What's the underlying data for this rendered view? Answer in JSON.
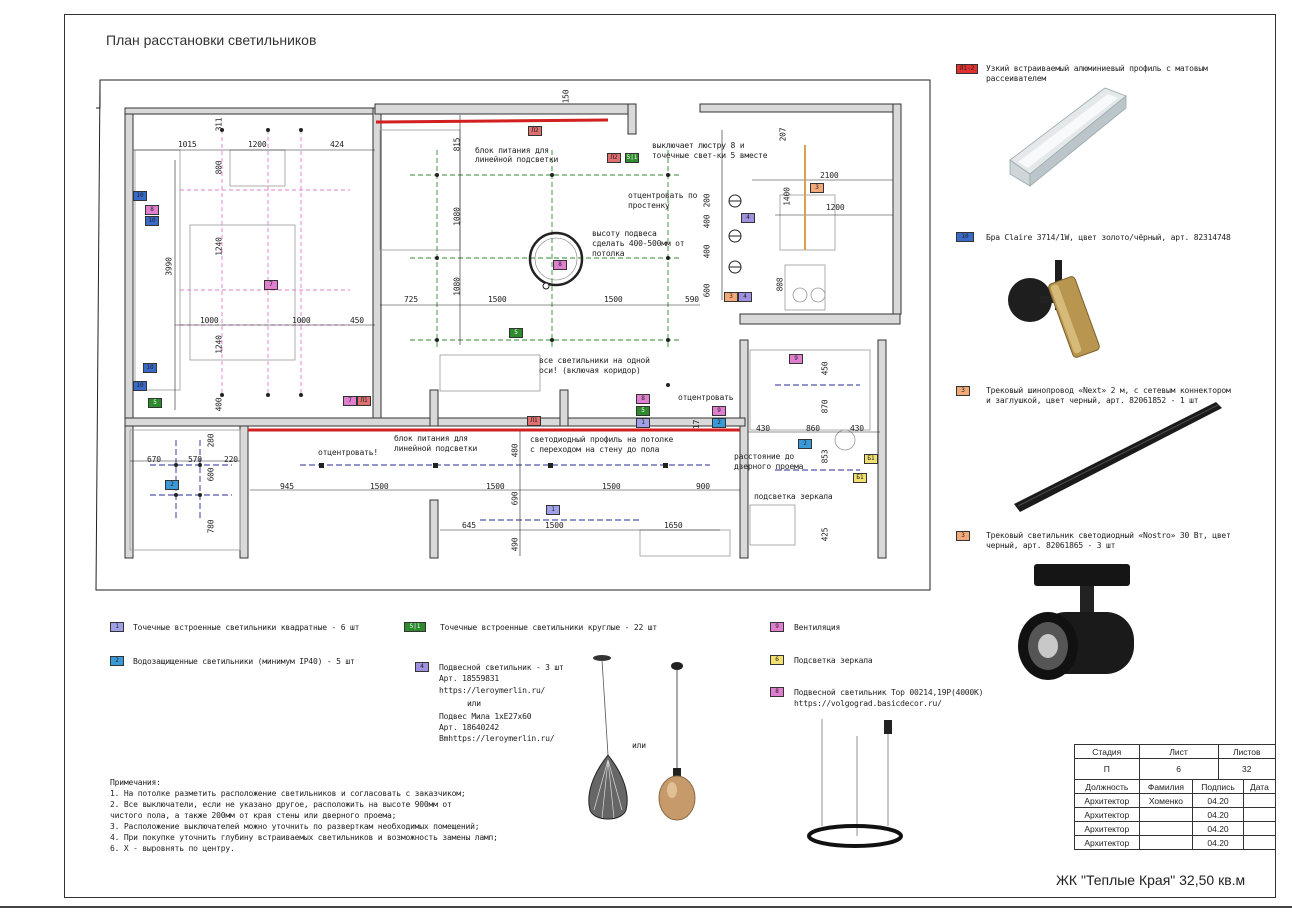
{
  "title": "План расстановки светильников",
  "project": "ЖК \"Теплые Края\" 32,50 кв.м",
  "colors": {
    "profile_red": "#d21f1f",
    "dash_green": "#2d8a2d",
    "dash_pink": "#e07fd0",
    "dash_blue": "#2a2a9a"
  },
  "plan_labels": {
    "power_top": "блок питания для линейной подсветки",
    "switch_note": "выключает люстру 8 и точечные свет-ки 5 вместе",
    "center_wall": "отцентровать по простенку",
    "hang_height": "высоту подвеса сделать 400-500мм от потолка",
    "one_axis": "все светильники на одной оси! (включая коридор)",
    "center1": "отцентровать",
    "center2": "отцентровать!",
    "power_bottom": "блок питания для линейной подсветки",
    "led_profile": "светодиодный профиль на потолке с переходом на стену до пола",
    "door_dist": "расстояние до дверного проема",
    "mirror_light": "подсветка зеркала"
  },
  "dims": {
    "d150": "150",
    "d1015": "1015",
    "d311": "311",
    "d1200a": "1200",
    "d424": "424",
    "d815": "815",
    "d800": "800",
    "d3990": "3990",
    "d1240a": "1240",
    "d1240b": "1240",
    "d1000a": "1000",
    "d1000b": "1000",
    "d450a": "450",
    "d400a": "400",
    "d1080a": "1080",
    "d1080b": "1080",
    "d725": "725",
    "d1500a": "1500",
    "d1500b": "1500",
    "d590": "590",
    "d2100": "2100",
    "d1400": "1400",
    "d1200b": "1200",
    "d207": "207",
    "d400b": "400",
    "d400c": "400",
    "d200": "200",
    "d600": "600",
    "d808": "808",
    "d280": "280",
    "d670": "670",
    "d570": "570",
    "d220": "220",
    "d600b": "600",
    "d780": "780",
    "d945": "945",
    "d1500c": "1500",
    "d1500d": "1500",
    "d1500e": "1500",
    "d900": "900",
    "d480": "480",
    "d690": "690",
    "d645": "645",
    "d1500f": "1500",
    "d1650": "1650",
    "d490": "490",
    "d430a": "430",
    "d860": "860",
    "d430b": "430",
    "d450b": "450",
    "d870": "870",
    "d853": "853",
    "d425": "425",
    "d17": "17"
  },
  "tags": {
    "n1": "1",
    "n2": "2",
    "n3": "3",
    "n4": "4",
    "n5": "5",
    "n51": "5|1",
    "n6": "6",
    "n7": "7",
    "n8": "8",
    "n9": "9",
    "n10": "10",
    "n11": "11",
    "l2": "Л2",
    "l1": "Л1",
    "b1": "Б1",
    "s51": "5|1",
    "s52": "5|2"
  },
  "legend": {
    "i1": {
      "code": "1",
      "text": "Точечные встроенные светильники квадратные - 6 шт"
    },
    "i2": {
      "code": "2",
      "text": "Водозащищенные светильники (минимум IP40) - 5 шт"
    },
    "i5": {
      "code": "5|1",
      "text": "Точечные встроенные светильники круглые - 22 шт"
    },
    "i4": {
      "code": "4",
      "text": "Подвесной светильник - 3 шт",
      "l1": "Арт. 18559831",
      "l2": "https://leroymerlin.ru/",
      "or": "или",
      "l3": "Подвес Мила 1хE27х60",
      "l4": "Арт. 18640242",
      "l5": "Bmhttps://leroymerlin.ru/"
    },
    "or_img": "или",
    "i9": {
      "code": "9",
      "text": "Вентиляция"
    },
    "i6": {
      "code": "6",
      "text": "Подсветка зеркала"
    },
    "i8": {
      "code": "8",
      "text": "Подвесной светильник Top 00214,19P(4000K)",
      "l1": "https://volgograd.basicdecor.ru/"
    }
  },
  "notes": {
    "head": "Примечания:",
    "n1": "1. На потолке разметить расположение светильников и согласовать с заказчиком;",
    "n2": "2. Все выключатели, если не указано другое, расположить на высоте 900мм от",
    "n2b": "чистого пола, а также 200мм от края стены или дверного проема;",
    "n3": "3. Расположение выключателей можно уточнить по разверткам необходимых помещений;",
    "n4": "4. При покупке уточнить глубину встраиваемых светильников и возможность замены ламп;",
    "n5": "6. Х - выровнять по центру."
  },
  "products": {
    "p1": {
      "code": "Л1-2",
      "text": "Узкий встраиваемый алюминиевый профиль с матовым рассеивателем"
    },
    "p2": {
      "code": "10",
      "text": "Бра Claire 3714/1W, цвет золото/чёрный, арт. 82314748"
    },
    "p3": {
      "code": "3",
      "text": "Трековый шинопровод «Next» 2 м, с сетевым коннектором и заглушкой, цвет черный, арт. 82061852 - 1 шт"
    },
    "p4": {
      "code": "3",
      "text": "Трековый светильник светодиодный «Nostro» 30 Вт, цвет черный, арт. 82061865 - 3 шт"
    }
  },
  "stamp": {
    "h1": "Стадия",
    "h2": "Лист",
    "h3": "Листов",
    "v1": "П",
    "v2": "6",
    "v3": "32",
    "c1": "Должность",
    "c2": "Фамилия",
    "c3": "Подпись",
    "c4": "Дата",
    "r1a": "Архитектор",
    "r1b": "Хоменко",
    "r1c": "04.20",
    "r2a": "Архитектор",
    "r2c": "04.20",
    "r3a": "Архитектор",
    "r3c": "04.20",
    "r4a": "Архитектор",
    "r4c": "04.20"
  }
}
